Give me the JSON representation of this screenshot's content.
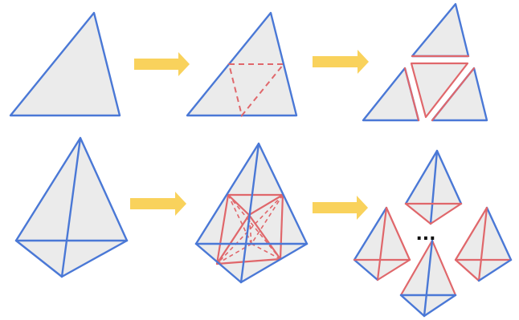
{
  "figure": {
    "ellipsis_text": "...",
    "colors": {
      "edge": "#4a78d6",
      "subdivision_edge": "#e0676b",
      "face_fill": "#ebebeb",
      "arrow": "#f9d25c"
    },
    "rows": [
      {
        "name": "triangle-subdivision",
        "steps": 3
      },
      {
        "name": "tetrahedron-subdivision",
        "steps": 3
      }
    ]
  }
}
